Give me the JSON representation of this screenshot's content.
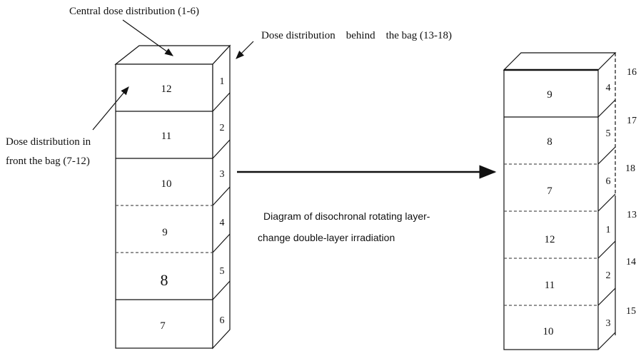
{
  "labels": {
    "central": "Central dose distribution (1-6)",
    "behind": "Dose distribution    behind    the bag (13-18)",
    "front_line1": "Dose distribution in",
    "front_line2": "front the bag (7-12)",
    "caption_line1": "Diagram of disochronal rotating layer-",
    "caption_line2": "change double-layer irradiation"
  },
  "left_stack": {
    "front_faces": [
      "12",
      "11",
      "10",
      "9",
      "8",
      "7"
    ],
    "side_faces": [
      "1",
      "2",
      "3",
      "4",
      "5",
      "6"
    ]
  },
  "right_stack": {
    "front_faces": [
      "9",
      "8",
      "7",
      "12",
      "11",
      "10"
    ],
    "side_faces": [
      "4",
      "5",
      "6",
      "1",
      "2",
      "3"
    ],
    "outer_labels": [
      "16",
      "17",
      "18",
      "13",
      "14",
      "15"
    ]
  },
  "colors": {
    "ink": "#111111",
    "dashed": "#555555"
  }
}
